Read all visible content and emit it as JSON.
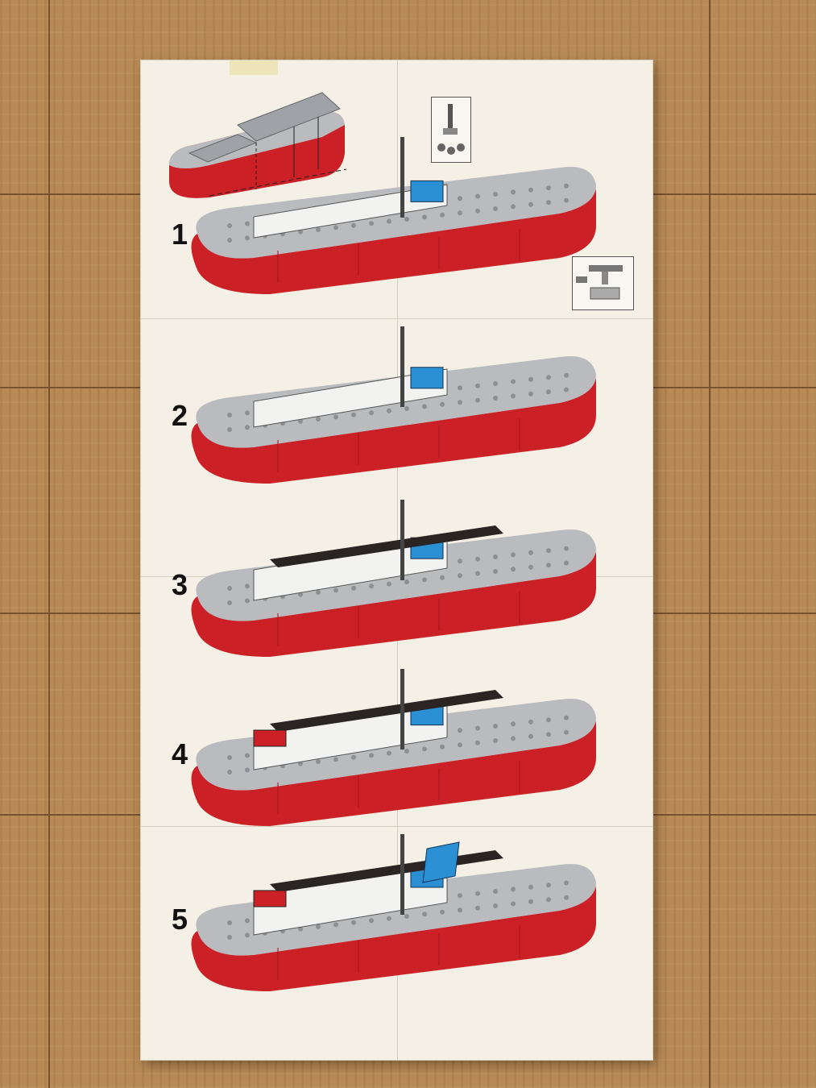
{
  "steps": [
    {
      "number": "1"
    },
    {
      "number": "2"
    },
    {
      "number": "3"
    },
    {
      "number": "4"
    },
    {
      "number": "5"
    }
  ],
  "colors": {
    "hull_red": "#cc2027",
    "deck_gray": "#b9bbbe",
    "brick_white": "#f2f2f0",
    "brick_blue": "#2b8fd3",
    "brick_black": "#2a2423",
    "paper": "#f4f0e6",
    "wood": "#b98a55"
  }
}
